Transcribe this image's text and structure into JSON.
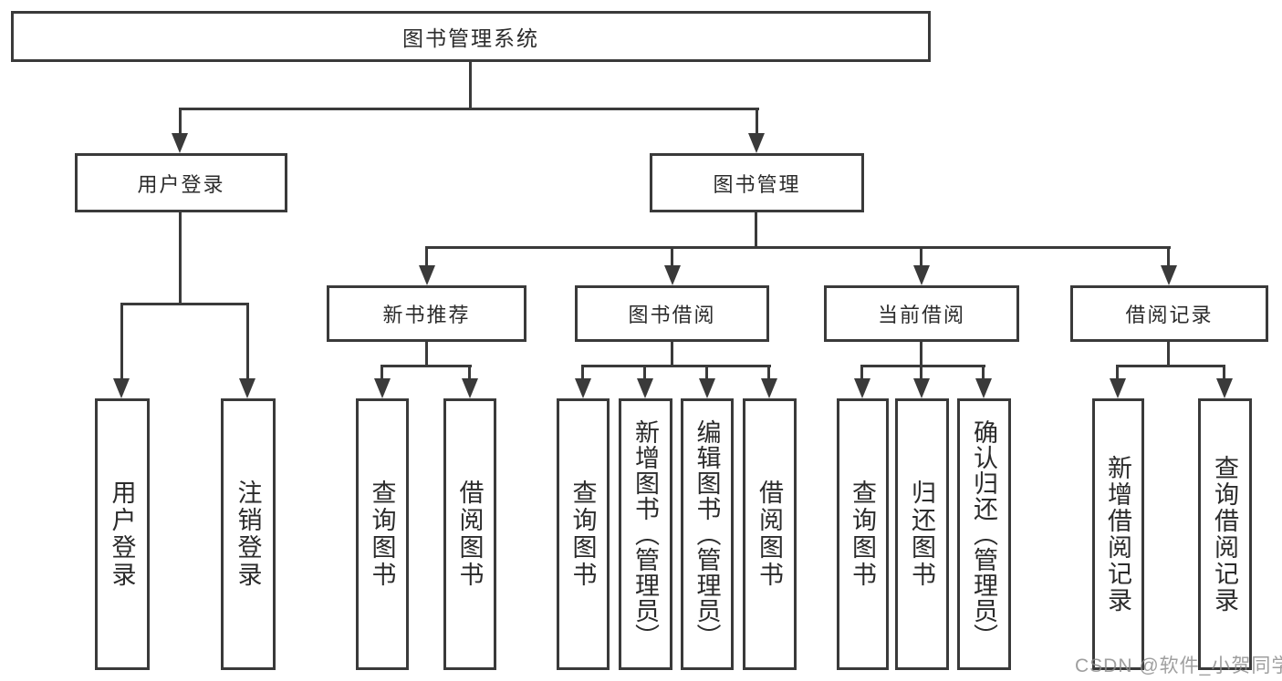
{
  "diagram_type": "hierarchy-tree",
  "colors": {
    "line": "#3a3a3a",
    "box_border": "#3a3a3a",
    "box_fill": "#ffffff",
    "text": "#2b2b2b",
    "watermark": "#8a8a8a"
  },
  "tree": {
    "root": {
      "label": "图书管理系统",
      "children": [
        {
          "label": "用户登录",
          "children": [
            {
              "label": "用户登录"
            },
            {
              "label": "注销登录"
            }
          ]
        },
        {
          "label": "图书管理",
          "children": [
            {
              "label": "新书推荐",
              "children": [
                {
                  "label": "查询图书"
                },
                {
                  "label": "借阅图书"
                }
              ]
            },
            {
              "label": "图书借阅",
              "children": [
                {
                  "label": "查询图书"
                },
                {
                  "label": "新增图书（管理员）"
                },
                {
                  "label": "编辑图书（管理员）"
                },
                {
                  "label": "借阅图书"
                }
              ]
            },
            {
              "label": "当前借阅",
              "children": [
                {
                  "label": "查询图书"
                },
                {
                  "label": "归还图书"
                },
                {
                  "label": "确认归还（管理员）"
                }
              ]
            },
            {
              "label": "借阅记录",
              "children": [
                {
                  "label": "新增借阅记录"
                },
                {
                  "label": "查询借阅记录"
                }
              ]
            }
          ]
        }
      ]
    }
  },
  "watermark": {
    "text": "CSDN @软件_小贺同学"
  }
}
